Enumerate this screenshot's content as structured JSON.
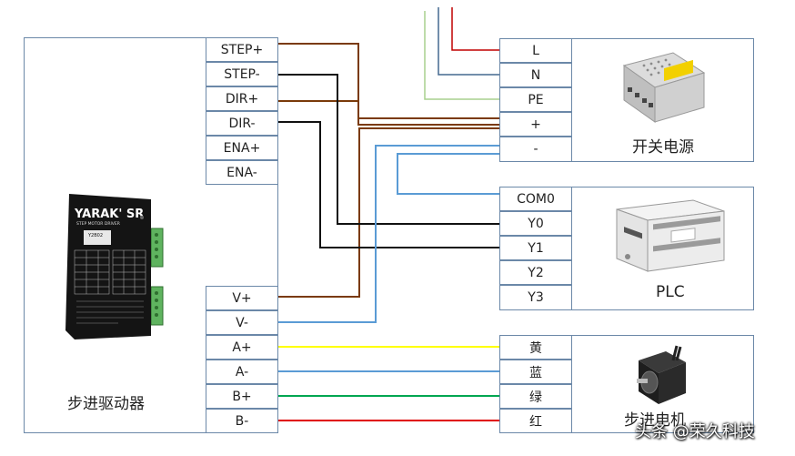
{
  "driver": {
    "title": "步进驱动器",
    "top_terminals": [
      "STEP+",
      "STEP-",
      "DIR+",
      "DIR-",
      "ENA+",
      "ENA-"
    ],
    "bottom_terminals": [
      "V+",
      "V-",
      "A+",
      "A-",
      "B+",
      "B-"
    ],
    "device_brand": "YARAK' SR",
    "device_subtitle": "STEP MOTOR DRIVER",
    "device_model": "Y2B02"
  },
  "power_supply": {
    "title": "开关电源",
    "terminals": [
      "L",
      "N",
      "PE",
      "+",
      "-"
    ]
  },
  "plc": {
    "title": "PLC",
    "terminals": [
      "COM0",
      "Y0",
      "Y1",
      "Y2",
      "Y3"
    ]
  },
  "motor": {
    "title": "步进电机",
    "terminals": [
      "黄",
      "蓝",
      "绿",
      "红"
    ]
  },
  "wire_colors": {
    "brown": "#7a3a0a",
    "black": "#111111",
    "blue": "#5a9bd5",
    "red": "#c00000",
    "navy": "#44698f",
    "light_green": "#a9d18e",
    "yellow": "#ffff00",
    "green": "#00a651"
  },
  "watermark": "头条 @荣久科技"
}
